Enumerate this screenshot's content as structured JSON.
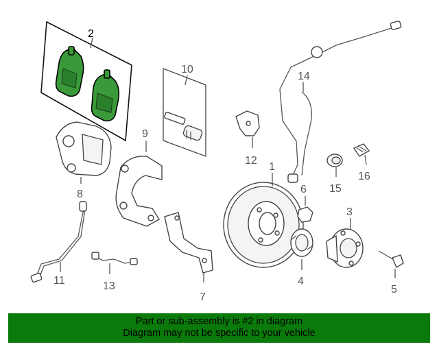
{
  "callouts": {
    "c1": "1",
    "c2": "2",
    "c3": "3",
    "c4": "4",
    "c5": "5",
    "c6": "6",
    "c7": "7",
    "c8": "8",
    "c9": "9",
    "c10": "10",
    "c11": "11",
    "c12": "12",
    "c13": "13",
    "c14": "14",
    "c15": "15",
    "c16": "16"
  },
  "highlight_color": "#3a9a3a",
  "banner": {
    "line1": "Part or sub-assembly is #2 in diagram",
    "line2": "Diagram may not be specific to your vehicle",
    "background": "#0a7a0a"
  }
}
